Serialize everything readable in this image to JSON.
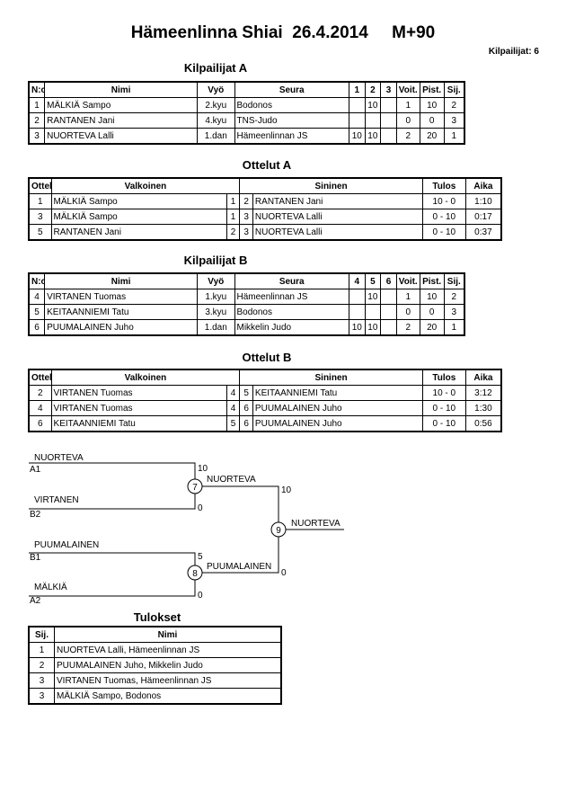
{
  "header": {
    "title": "Hämeenlinna Shiai  26.4.2014     M+90",
    "count_label": "Kilpailijat: 6"
  },
  "compA": {
    "title": "Kilpailijat A",
    "headers": [
      "N:o",
      "Nimi",
      "Vyö",
      "Seura",
      "1",
      "2",
      "3",
      "Voit.",
      "Pist.",
      "Sij."
    ],
    "rows": [
      [
        "1",
        "MÄLKIÄ Sampo",
        "2.kyu",
        "Bodonos",
        "",
        "10",
        "",
        "1",
        "10",
        "2"
      ],
      [
        "2",
        "RANTANEN Jani",
        "4.kyu",
        "TNS-Judo",
        "",
        "",
        "",
        "0",
        "0",
        "3"
      ],
      [
        "3",
        "NUORTEVA Lalli",
        "1.dan",
        "Hämeenlinnan JS",
        "10",
        "10",
        "",
        "2",
        "20",
        "1"
      ]
    ]
  },
  "matchA": {
    "title": "Ottelut A",
    "headers": [
      "Ottelu",
      "Valkoinen",
      "Sininen",
      "Tulos",
      "Aika"
    ],
    "rows": [
      [
        "1",
        "MÄLKIÄ Sampo",
        "1",
        "2",
        "RANTANEN Jani",
        "10 - 0",
        "1:10"
      ],
      [
        "3",
        "MÄLKIÄ Sampo",
        "1",
        "3",
        "NUORTEVA Lalli",
        "0 - 10",
        "0:17"
      ],
      [
        "5",
        "RANTANEN Jani",
        "2",
        "3",
        "NUORTEVA Lalli",
        "0 - 10",
        "0:37"
      ]
    ]
  },
  "compB": {
    "title": "Kilpailijat B",
    "headers": [
      "N:o",
      "Nimi",
      "Vyö",
      "Seura",
      "4",
      "5",
      "6",
      "Voit.",
      "Pist.",
      "Sij."
    ],
    "rows": [
      [
        "4",
        "VIRTANEN Tuomas",
        "1.kyu",
        "Hämeenlinnan JS",
        "",
        "10",
        "",
        "1",
        "10",
        "2"
      ],
      [
        "5",
        "KEITAANNIEMI Tatu",
        "3.kyu",
        "Bodonos",
        "",
        "",
        "",
        "0",
        "0",
        "3"
      ],
      [
        "6",
        "PUUMALAINEN Juho",
        "1.dan",
        "Mikkelin Judo",
        "10",
        "10",
        "",
        "2",
        "20",
        "1"
      ]
    ]
  },
  "matchB": {
    "title": "Ottelut B",
    "headers": [
      "Ottelu",
      "Valkoinen",
      "Sininen",
      "Tulos",
      "Aika"
    ],
    "rows": [
      [
        "2",
        "VIRTANEN Tuomas",
        "4",
        "5",
        "KEITAANNIEMI Tatu",
        "10 - 0",
        "3:12"
      ],
      [
        "4",
        "VIRTANEN Tuomas",
        "4",
        "6",
        "PUUMALAINEN Juho",
        "0 - 10",
        "1:30"
      ],
      [
        "6",
        "KEITAANNIEMI Tatu",
        "5",
        "6",
        "PUUMALAINEN Juho",
        "0 - 10",
        "0:56"
      ]
    ]
  },
  "bracket": {
    "p1_name": "NUORTEVA",
    "p1_seed": "A1",
    "p2_name": "VIRTANEN",
    "p2_seed": "B2",
    "p3_name": "PUUMALAINEN",
    "p3_seed": "B1",
    "p4_name": "MÄLKIÄ",
    "p4_seed": "A2",
    "m7": "7",
    "m7_s1": "10",
    "m7_s2": "0",
    "m7_winner": "NUORTEVA",
    "m8": "8",
    "m8_s1": "5",
    "m8_s2": "0",
    "m8_winner": "PUUMALAINEN",
    "m9": "9",
    "m9_s1": "10",
    "m9_s2": "0",
    "m9_winner": "NUORTEVA"
  },
  "results": {
    "title": "Tulokset",
    "headers": [
      "Sij.",
      "Nimi"
    ],
    "rows": [
      [
        "1",
        "NUORTEVA Lalli, Hämeenlinnan JS"
      ],
      [
        "2",
        "PUUMALAINEN Juho, Mikkelin Judo"
      ],
      [
        "3",
        "VIRTANEN Tuomas, Hämeenlinnan JS"
      ],
      [
        "3",
        "MÄLKIÄ Sampo, Bodonos"
      ]
    ]
  }
}
